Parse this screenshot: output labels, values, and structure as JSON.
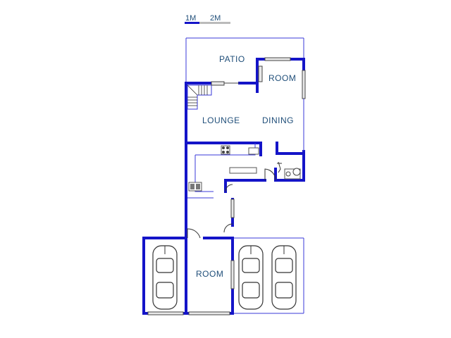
{
  "scale": {
    "label_1": "1M",
    "label_2": "2M"
  },
  "rooms": {
    "patio": "PATIO",
    "room_top": "ROOM",
    "lounge": "LOUNGE",
    "dining": "DINING",
    "room_bottom": "ROOM"
  },
  "colors": {
    "wall": "#1414c8",
    "label": "#1f4e79",
    "scale_grey": "#bbbbbb"
  }
}
